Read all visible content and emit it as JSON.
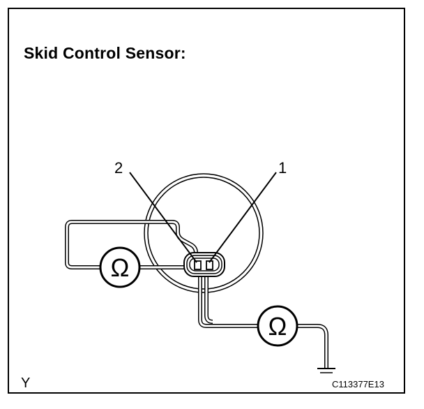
{
  "diagram": {
    "title": "Skid Control Sensor:",
    "corner_letter": "Y",
    "figure_code": "C113377E13",
    "callouts": [
      {
        "id": "pin-2",
        "text": "2"
      },
      {
        "id": "pin-1",
        "text": "1"
      }
    ],
    "meters": [
      {
        "id": "ohmmeter-left",
        "symbol": "Ω"
      },
      {
        "id": "ohmmeter-right",
        "symbol": "Ω"
      }
    ]
  }
}
